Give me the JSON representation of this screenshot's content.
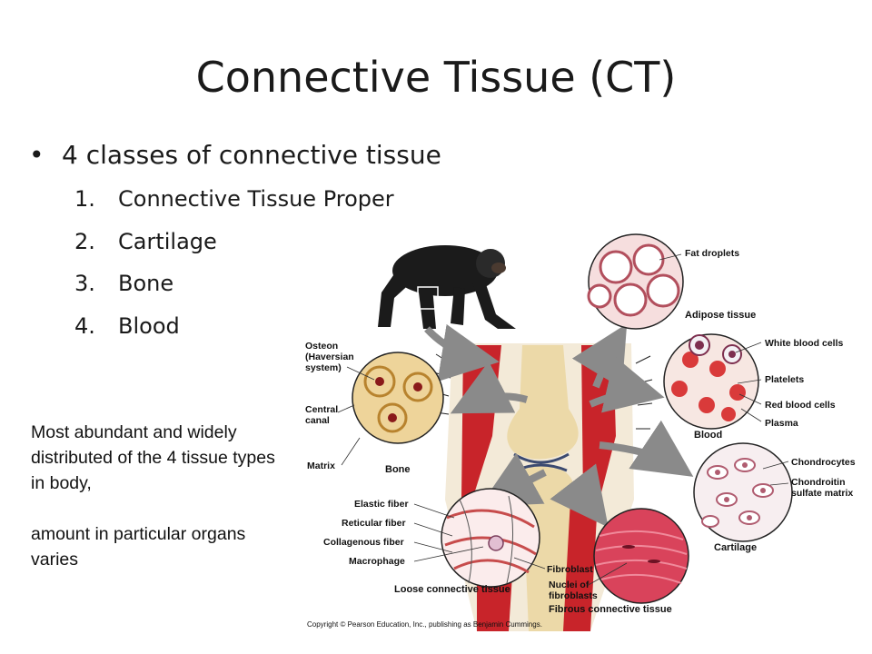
{
  "slide": {
    "title": "Connective Tissue (CT)",
    "bullet": "4 classes of connective tissue",
    "bullet_marker": "•",
    "classes": [
      {
        "num": "1.",
        "label": "Connective Tissue Proper"
      },
      {
        "num": "2.",
        "label": "Cartilage"
      },
      {
        "num": "3.",
        "label": "Bone"
      },
      {
        "num": "4.",
        "label": "Blood"
      }
    ],
    "note_1": "Most abundant and widely distributed of the 4 tissue types in body,",
    "note_2": "amount in particular organs varies"
  },
  "figure": {
    "labels": {
      "osteon_1": "Osteon",
      "osteon_2": "(Haversian",
      "osteon_3": "system)",
      "central_1": "Central",
      "central_2": "canal",
      "matrix": "Matrix",
      "bone": "Bone",
      "fat_droplets": "Fat droplets",
      "adipose": "Adipose tissue",
      "wbc": "White blood cells",
      "platelets": "Platelets",
      "rbc": "Red blood cells",
      "plasma": "Plasma",
      "blood": "Blood",
      "chondrocytes": "Chondrocytes",
      "chondroitin_1": "Chondroitin",
      "chondroitin_2": "sulfate matrix",
      "cartilage": "Cartilage",
      "elastic": "Elastic fiber",
      "reticular": "Reticular fiber",
      "collagenous": "Collagenous fiber",
      "macrophage": "Macrophage",
      "fibroblast": "Fibroblast",
      "loose": "Loose connective tissue",
      "nuclei_1": "Nuclei of",
      "nuclei_2": "fibroblasts",
      "fibrous": "Fibrous connective tissue",
      "copyright": "Copyright © Pearson Education, Inc., publishing as Benjamin Cummings."
    }
  }
}
